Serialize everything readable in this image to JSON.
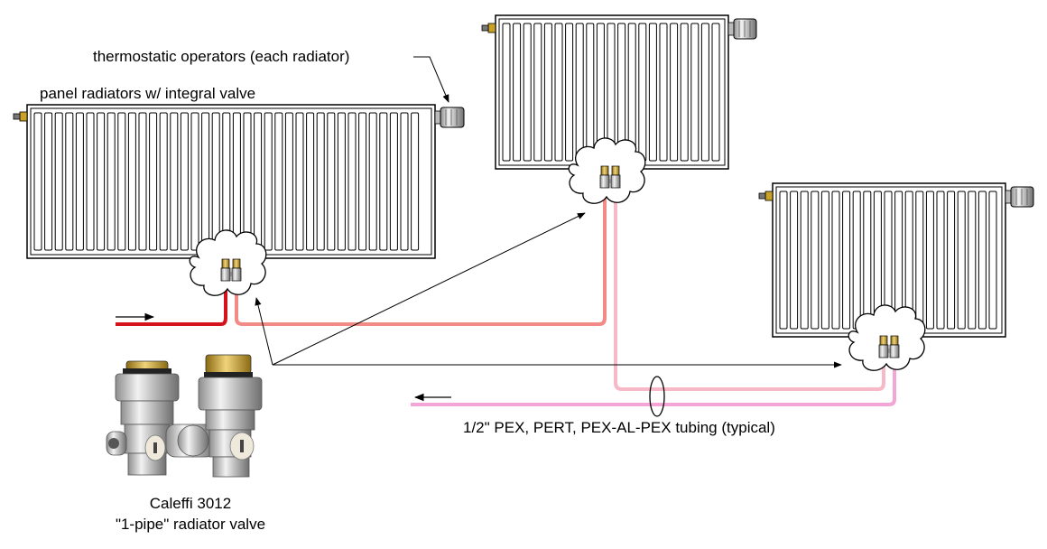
{
  "labels": {
    "thermostatic": "thermostatic operators (each radiator)",
    "panel": "panel radiators w/ integral valve",
    "tubing": "1/2\" PEX, PERT, PEX-AL-PEX tubing (typical)",
    "valve_model": "Caleffi 3012",
    "valve_desc": "\"1-pipe\" radiator valve"
  },
  "colors": {
    "supply_hot": "#d4141c",
    "supply_warm": "#f28a85",
    "return_cool": "#f7b8c8",
    "return_pink": "#f3a6d6",
    "brass": "#c9a227",
    "outline": "#000000"
  },
  "icons": {
    "radiator": "panel-radiator-icon",
    "thermostat": "thermostatic-head-icon",
    "valve": "one-pipe-valve-icon",
    "detail": "detail-cloud-icon",
    "flow": "flow-arrow-icon"
  }
}
